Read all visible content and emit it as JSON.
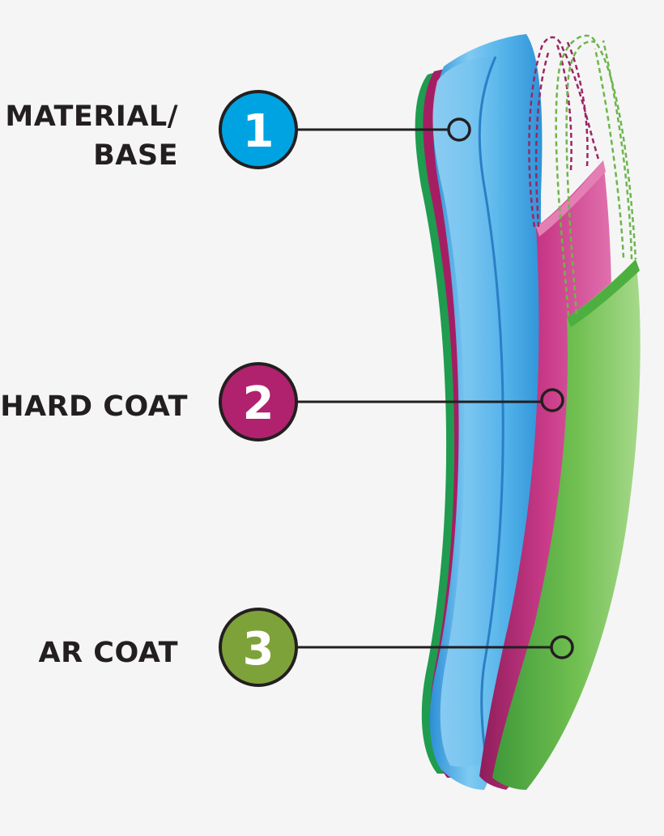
{
  "layers": [
    {
      "number": "1",
      "label_lines": [
        "MATERIAL/",
        "BASE"
      ],
      "color": "#00a3e2"
    },
    {
      "number": "2",
      "label_lines": [
        "HARD COAT"
      ],
      "color": "#b0226e"
    },
    {
      "number": "3",
      "label_lines": [
        "AR COAT"
      ],
      "color": "#7ea23a"
    }
  ],
  "colors": {
    "background": "#f5f5f5",
    "text": "#231f20",
    "leader_line": "#231f20",
    "base_layer": "#4aaee6",
    "hard_coat_layer": "#c1357f",
    "ar_coat_layer": "#6cb64a"
  }
}
